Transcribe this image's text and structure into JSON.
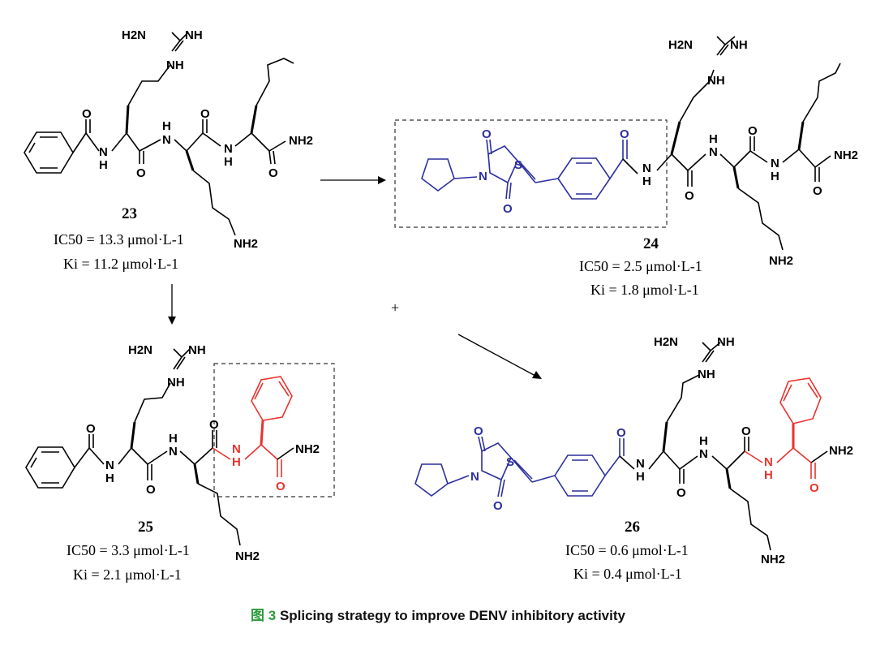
{
  "compounds": [
    {
      "id": "23",
      "ic50": "IC50 = 13.3 μmol·L-1",
      "ki": "Ki = 11.2 μmol·L-1"
    },
    {
      "id": "24",
      "ic50": "IC50 = 2.5 μmol·L-1",
      "ki": "Ki = 1.8 μmol·L-1"
    },
    {
      "id": "25",
      "ic50": "IC50 = 3.3 μmol·L-1",
      "ki": "Ki = 2.1 μmol·L-1"
    },
    {
      "id": "26",
      "ic50": "IC50 = 0.6 μmol·L-1",
      "ki": "Ki = 0.4 μmol·L-1"
    }
  ],
  "plus_sign": "+",
  "atom_labels": {
    "h2n": "H2N",
    "nh": "NH",
    "nh2": "NH2",
    "n": "N",
    "h": "H",
    "o": "O",
    "s": "S"
  },
  "colors": {
    "black": "#000000",
    "blue": "#2b2f9e",
    "red": "#e8332c",
    "caption_accent": "#2d9a3c"
  },
  "caption": {
    "figure": "图 3",
    "text": "Splicing strategy to improve DENV inhibitory activity"
  }
}
